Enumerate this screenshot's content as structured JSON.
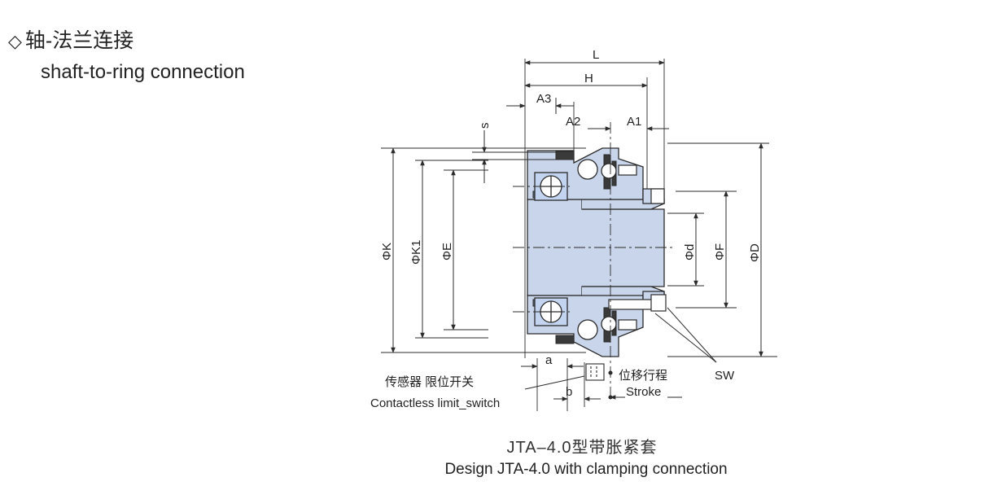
{
  "header": {
    "icon": "diamond-outline-icon",
    "title": "轴-法兰连接",
    "subtitle": "shaft-to-ring connection"
  },
  "drawing": {
    "dimensions": {
      "L": "L",
      "H": "H",
      "A3": "A3",
      "A2": "A2",
      "A1": "A1",
      "s": "s",
      "K": "ΦK",
      "K1": "ΦK1",
      "E": "ΦE",
      "d": "Φd",
      "F": "ΦF",
      "D": "ΦD",
      "a": "a",
      "b": "b",
      "SW": "SW"
    },
    "annotations": {
      "sensor_cn": "传感器  限位开关",
      "sensor_en": "Contactless limit_switch",
      "stroke_cn": "位移行程",
      "stroke_en": "Stroke"
    },
    "colors": {
      "body": "#c9d5ea",
      "bearing": "#c2d4ef",
      "line": "#2b2b2b",
      "dark": "#3a3a3a"
    }
  },
  "caption": {
    "title_cn": "JTA–4.0型带胀紧套",
    "title_en": "Design JTA-4.0 with clamping connection"
  }
}
